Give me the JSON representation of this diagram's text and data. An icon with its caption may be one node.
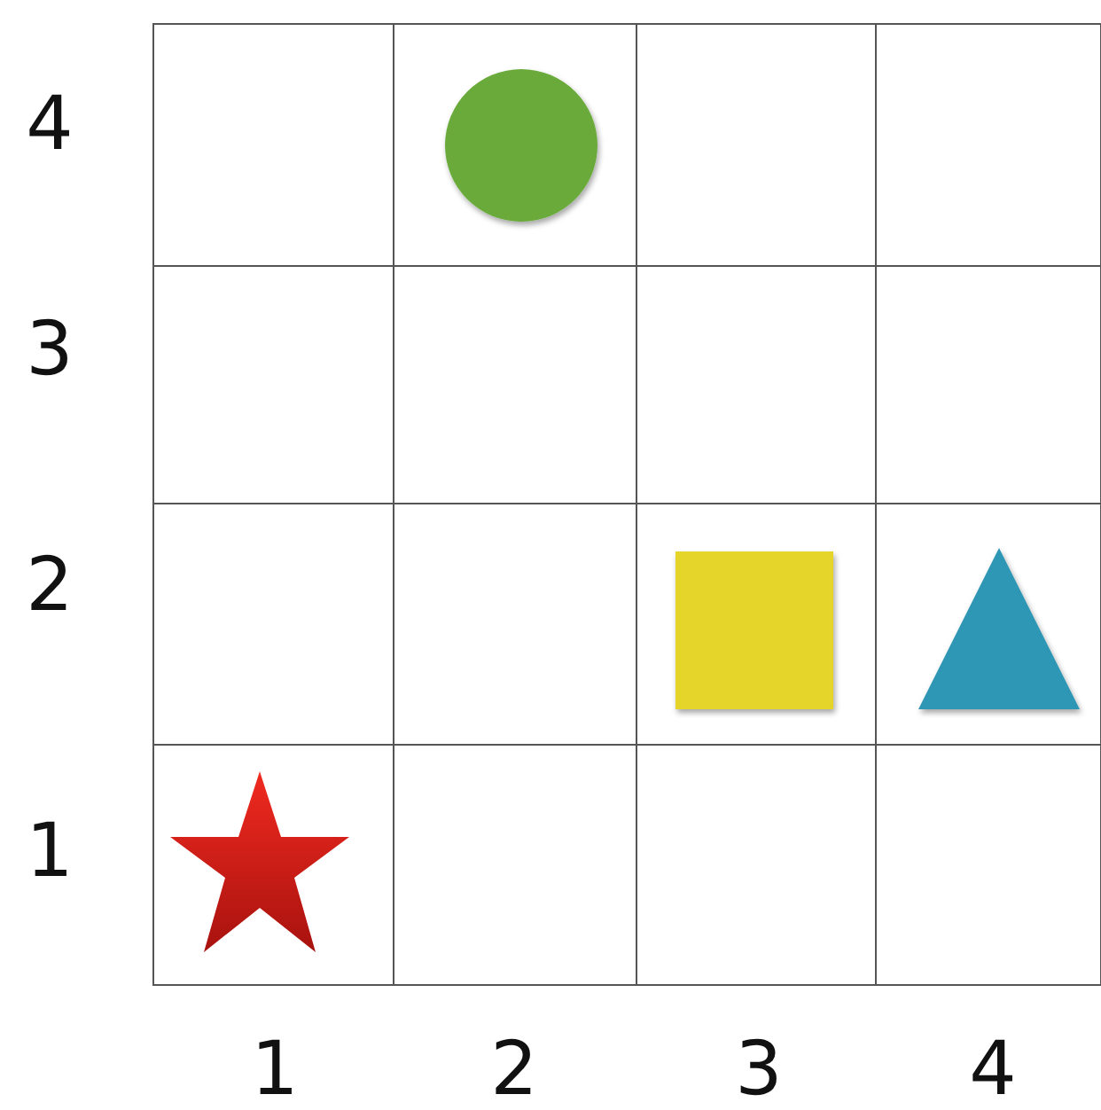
{
  "diagram": {
    "labels": [
      "4",
      "3",
      "2",
      "1",
      "1",
      "2",
      "3",
      "4"
    ]
  }
}
